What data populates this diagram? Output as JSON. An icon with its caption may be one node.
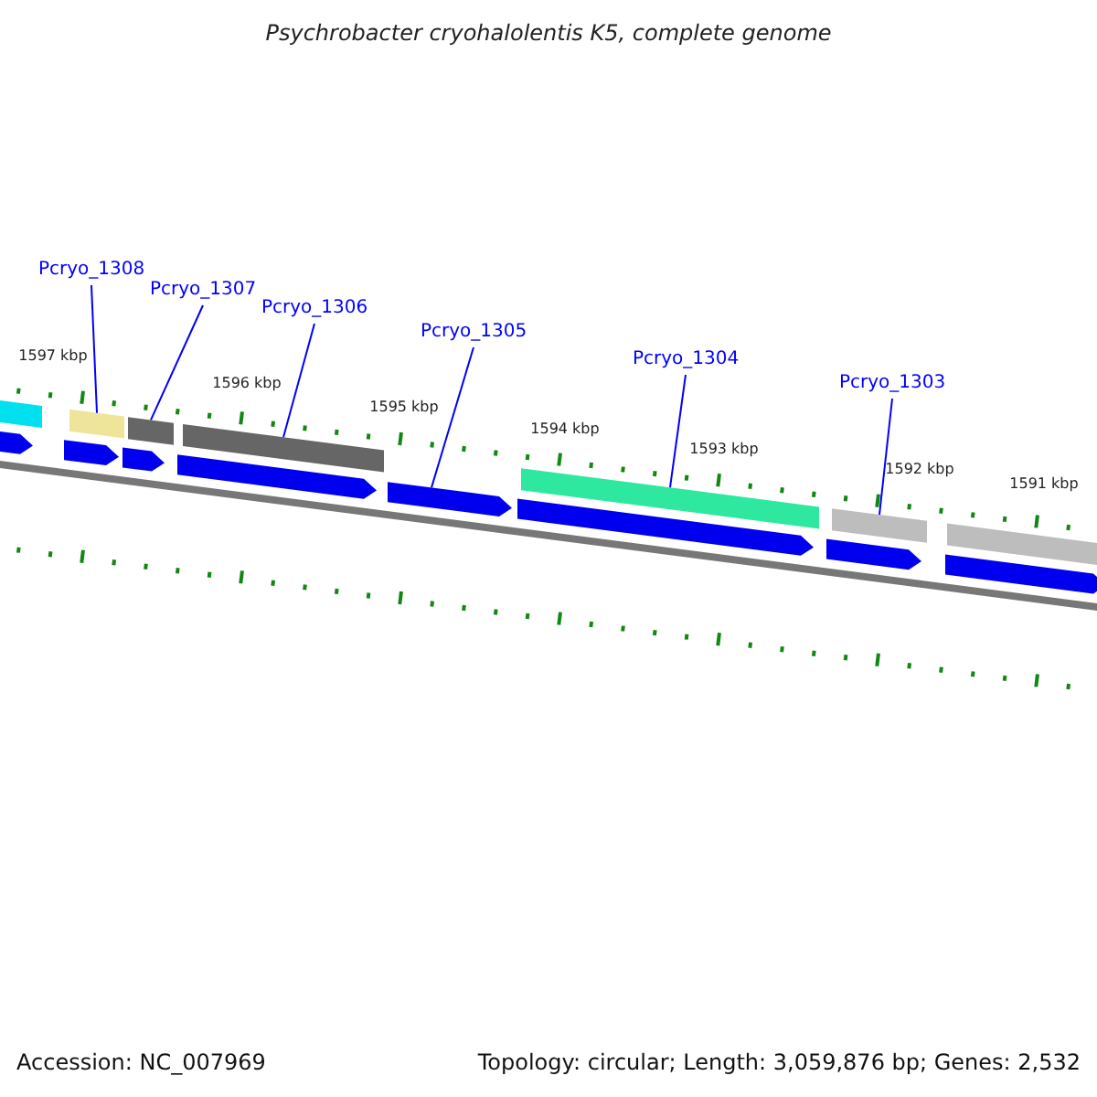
{
  "diagram": {
    "title": "Psychrobacter cryohalolentis K5, complete genome",
    "nodes": [
      {
        "text": [
          "Pcryo_1308"
        ]
      },
      {
        "text": [
          "Pcryo_1307"
        ]
      },
      {
        "text": [
          "Pcryo_1306"
        ]
      },
      {
        "text": [
          "Pcryo_1305"
        ]
      },
      {
        "text": [
          "Pcryo_1304"
        ]
      },
      {
        "text": [
          "Pcryo_1303"
        ]
      },
      {
        "text": [],
        "shape": "bar"
      },
      {
        "text": [],
        "shape": "bar"
      },
      {
        "text": [],
        "shape": "bar"
      },
      {
        "text": [],
        "shape": "bar"
      },
      {
        "text": [],
        "shape": "bar"
      },
      {
        "text": [],
        "shape": "bar"
      }
    ],
    "edges": [
      {
        "from": 0,
        "to": 6,
        "arrow": "none"
      },
      {
        "from": 1,
        "to": 7,
        "arrow": "none"
      },
      {
        "from": 2,
        "to": 8,
        "arrow": "none"
      },
      {
        "from": 3,
        "to": 9,
        "arrow": "none"
      },
      {
        "from": 4,
        "to": 10,
        "arrow": "none"
      },
      {
        "from": 5,
        "to": 11,
        "arrow": "none"
      }
    ],
    "labels": [
      "1597 kbp",
      "1596 kbp",
      "1595 kbp",
      "1594 kbp",
      "1593 kbp",
      "1592 kbp",
      "1591 kbp",
      "Accession: NC_007969",
      "Topology: circular; Length: 3,059,876 bp; Genes: 2,532"
    ]
  }
}
